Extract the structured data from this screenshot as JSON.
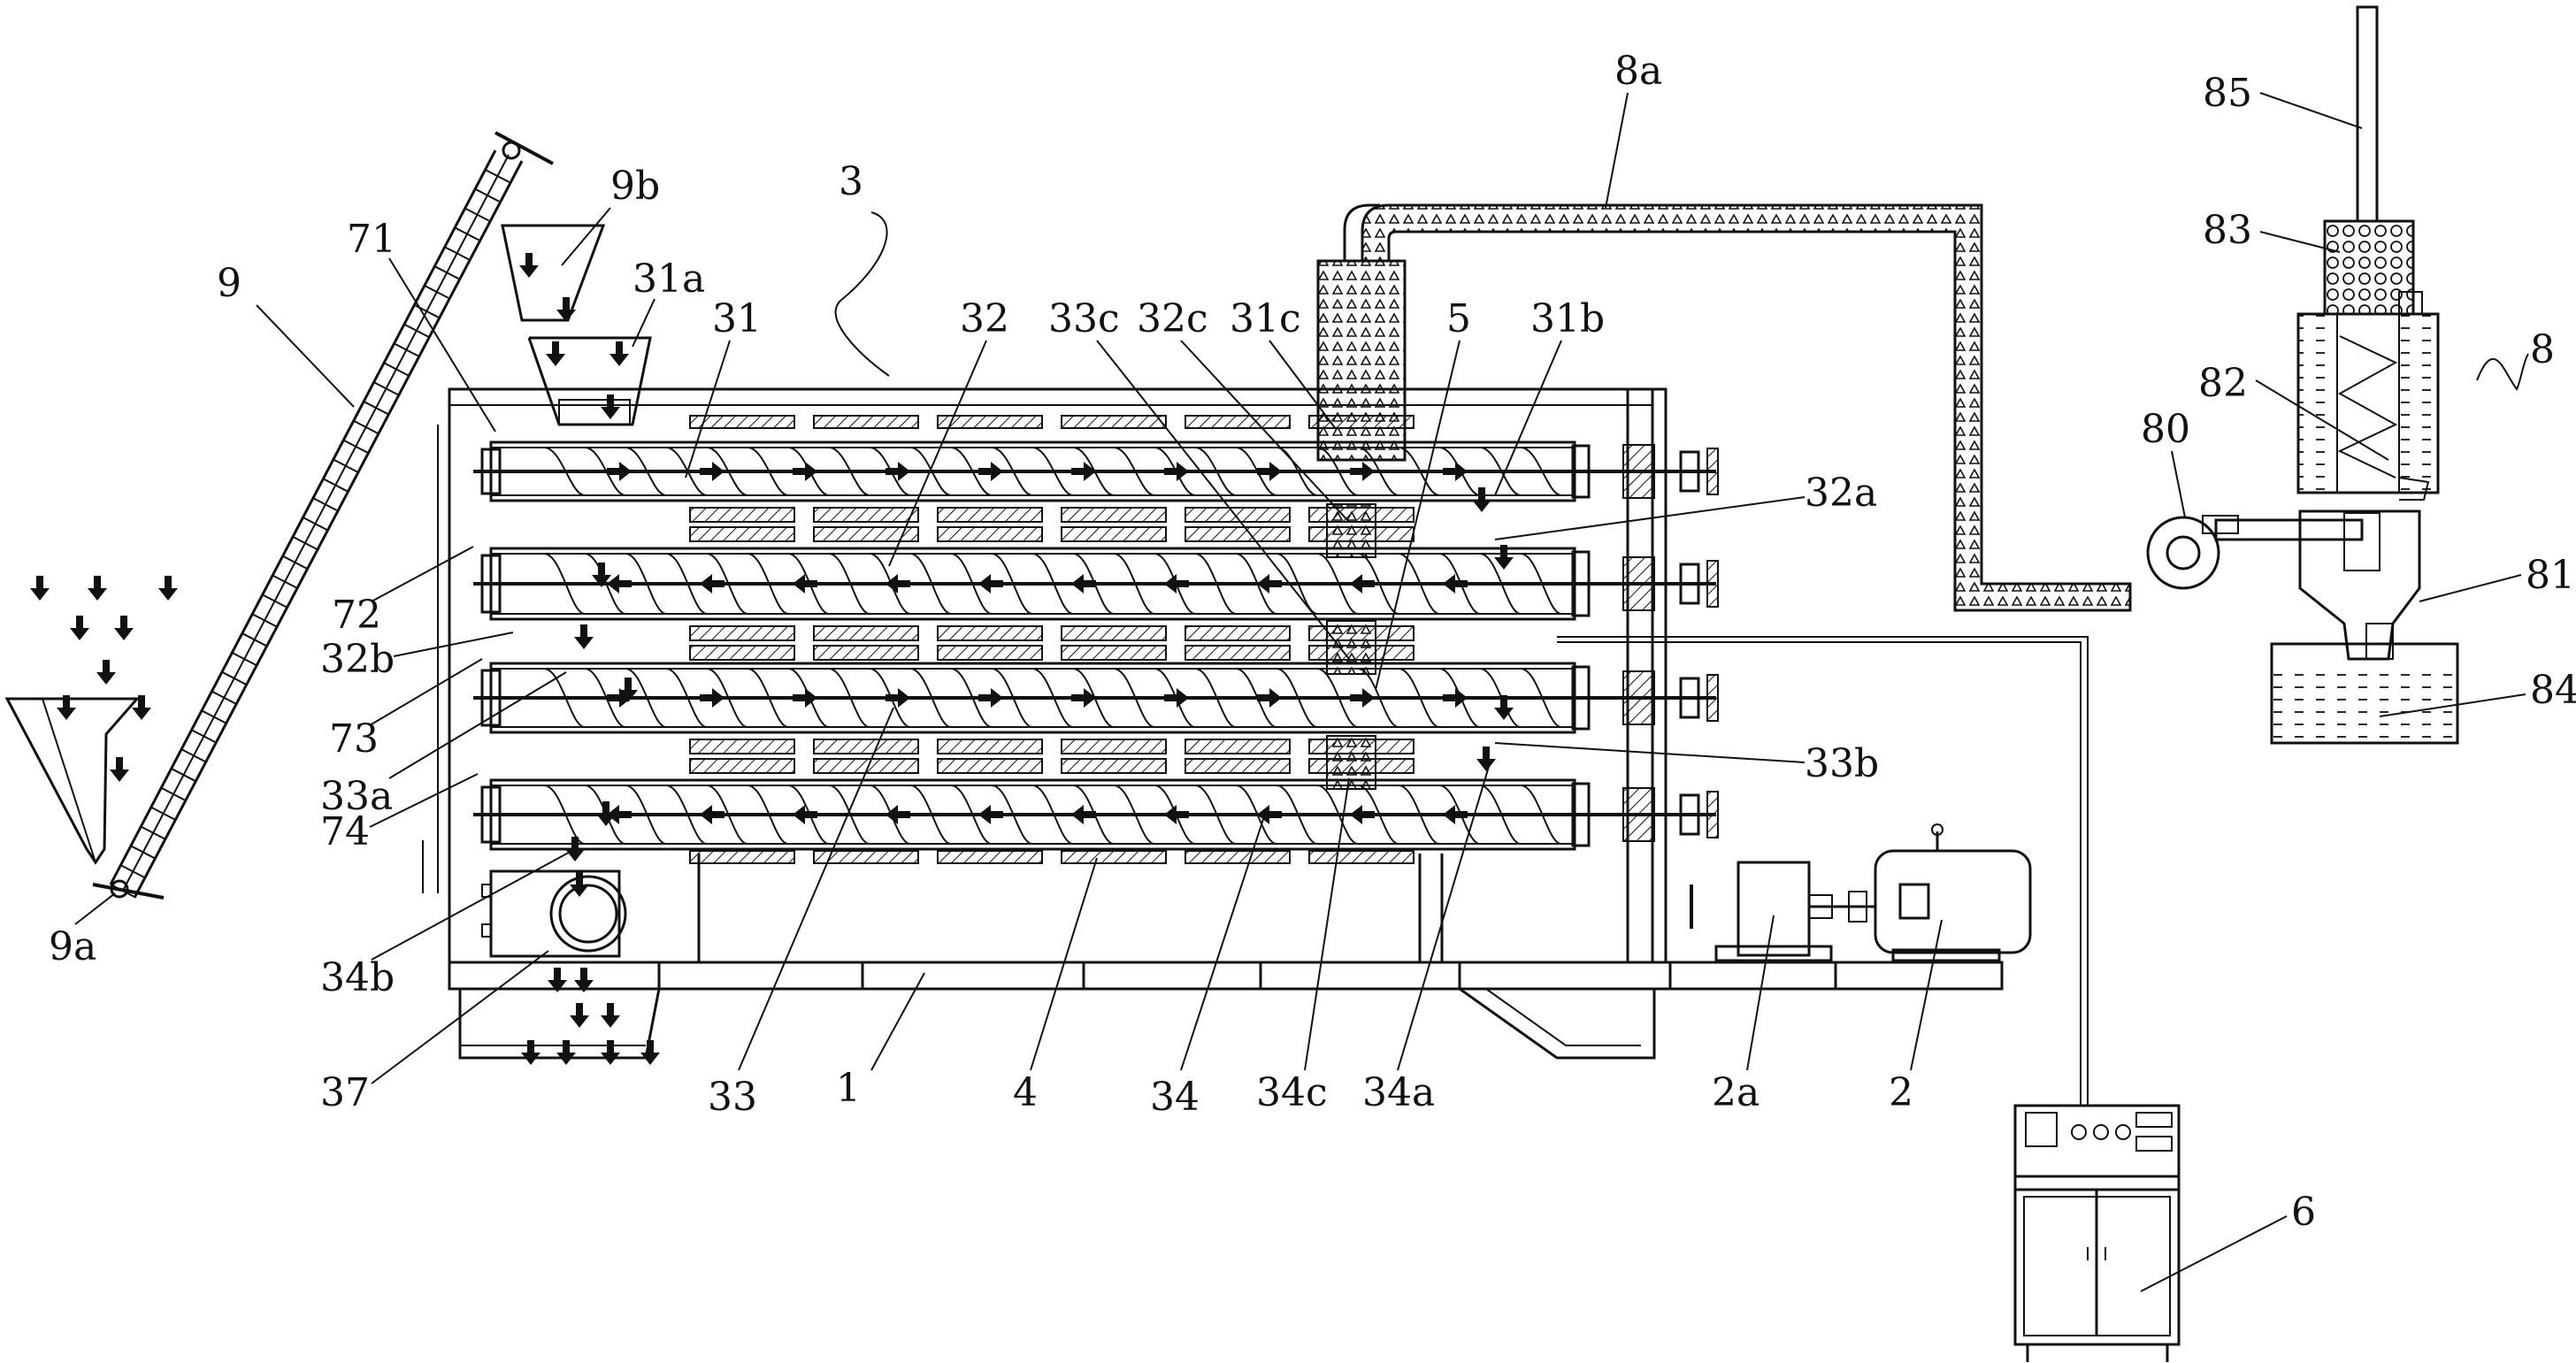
{
  "labels": {
    "l1": "1",
    "l2": "2",
    "l2a": "2a",
    "l3": "3",
    "l4": "4",
    "l5": "5",
    "l6": "6",
    "l8": "8",
    "l8a": "8a",
    "l9": "9",
    "l9a": "9a",
    "l9b": "9b",
    "l31": "31",
    "l31a": "31a",
    "l31b": "31b",
    "l31c": "31c",
    "l32": "32",
    "l32a": "32a",
    "l32b": "32b",
    "l32c": "32c",
    "l33": "33",
    "l33a": "33a",
    "l33b": "33b",
    "l33c": "33c",
    "l34": "34",
    "l34a": "34a",
    "l34b": "34b",
    "l34c": "34c",
    "l37": "37",
    "l71": "71",
    "l72": "72",
    "l73": "73",
    "l74": "74",
    "l80": "80",
    "l81": "81",
    "l82": "82",
    "l83": "83",
    "l84": "84",
    "l85": "85"
  },
  "colors": {
    "line": "#111111",
    "background": "#ffffff"
  },
  "conveyor_directions": [
    "right",
    "left",
    "right",
    "left"
  ]
}
